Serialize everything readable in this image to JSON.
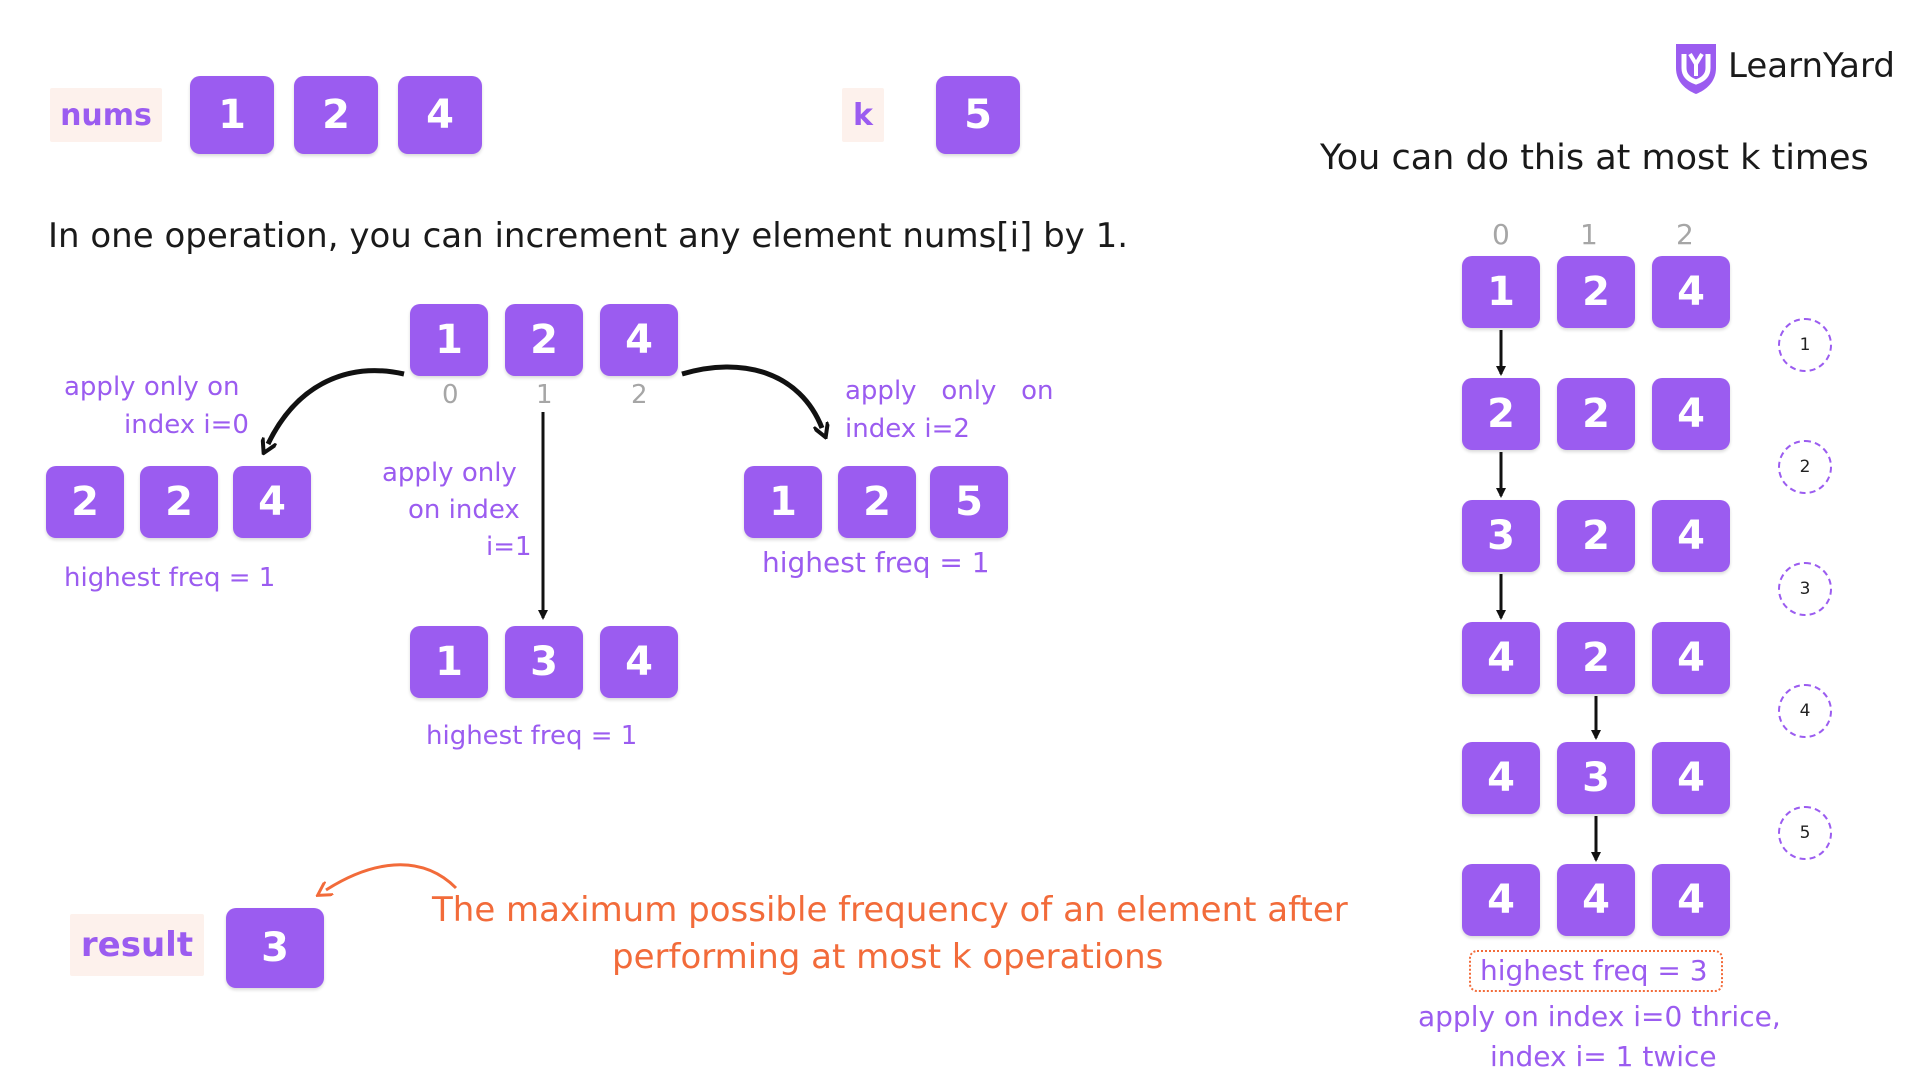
{
  "brand": {
    "name": "LearnYard"
  },
  "inputs": {
    "nums_label": "nums",
    "nums": [
      "1",
      "2",
      "4"
    ],
    "k_label": "k",
    "k_value": "5"
  },
  "operation_text": "In one operation, you can increment any element nums[i] by 1.",
  "center": {
    "array": [
      "1",
      "2",
      "4"
    ],
    "indices": [
      "0",
      "1",
      "2"
    ],
    "left": {
      "caption_line1": "apply only on",
      "caption_line2": "index i=0",
      "array": [
        "2",
        "2",
        "4"
      ],
      "freq": "highest freq = 1"
    },
    "middle": {
      "caption_line1": "apply only",
      "caption_line2": "on index",
      "caption_line3": "i=1",
      "array": [
        "1",
        "3",
        "4"
      ],
      "freq": "highest freq = 1"
    },
    "right": {
      "caption_line1": "apply   only   on",
      "caption_line2": "index i=2",
      "array": [
        "1",
        "2",
        "5"
      ],
      "freq": "highest freq = 1"
    }
  },
  "result": {
    "label": "result",
    "value": "3",
    "description_line1": "The maximum possible frequency of an element after",
    "description_line2": "performing at most k operations"
  },
  "right_panel": {
    "heading": "You can do this at most k times",
    "indices": [
      "0",
      "1",
      "2"
    ],
    "rows": [
      [
        "1",
        "2",
        "4"
      ],
      [
        "2",
        "2",
        "4"
      ],
      [
        "3",
        "2",
        "4"
      ],
      [
        "4",
        "2",
        "4"
      ],
      [
        "4",
        "3",
        "4"
      ],
      [
        "4",
        "4",
        "4"
      ]
    ],
    "steps": [
      "1",
      "2",
      "3",
      "4",
      "5"
    ],
    "freq": "highest freq = 3",
    "note_line1": "apply on index i=0 thrice,",
    "note_line2": "index i= 1 twice"
  },
  "colors": {
    "accent": "#9b5cf0",
    "orange": "#f26b3a",
    "tag_bg": "#fdf1ec"
  }
}
